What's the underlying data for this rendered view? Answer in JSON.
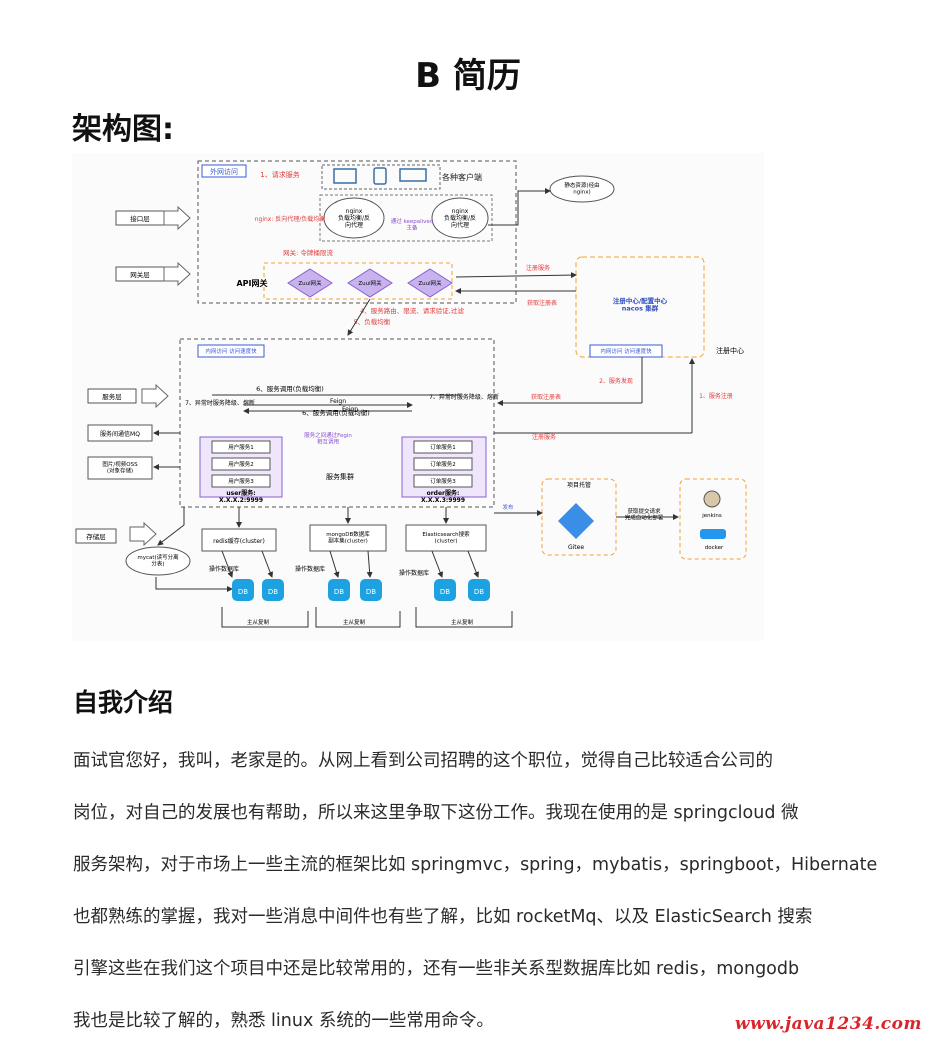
{
  "title": "B 简历",
  "arch_heading": "架构图:",
  "intro_heading": "自我介绍",
  "intro_lines": [
    "面试官您好，我叫，老家是的。从网上看到公司招聘的这个职位，觉得自己比较适合公司的",
    "岗位，对自己的发展也有帮助，所以来这里争取下这份工作。我现在使用的是 springcloud 微",
    "服务架构，对于市场上一些主流的框架比如 springmvc，spring，mybatis，springboot，Hibernate",
    "也都熟练的掌握，我对一些消息中间件也有些了解，比如 rocketMq、以及 ElasticSearch 搜索",
    "引擎这些在我们这个项目中还是比较常用的，还有一些非关系型数据库比如 redis，mongodb",
    "我也是比较了解的，熟悉 linux 系统的一些常用命令。"
  ],
  "watermark": "www.java1234.com",
  "diagram": {
    "outer_zone": "外网访问",
    "step_request": "1、请求服务",
    "clients": "各种客户端",
    "nginx_primary": "nginx\n负载均衡/反\n向代理",
    "nginx_backup": "nginx\n负载均衡/反\n向代理",
    "nginx_note": "nginx: 反向代理/负载均衡",
    "keepalived": "通过 keepalived\n主备",
    "static_resources": "静态资源(经由\nnginx)",
    "gateway_note": "网关: 令牌桶限流",
    "api_gateway": "API网关",
    "zuul": "Zuul网关",
    "interface_layer": "接口层",
    "gateway_layer": "网关层",
    "register_service": "注册服务",
    "fetch_registry": "获取注册表",
    "nacos": "注册中心/配置中心\nnacos 集群",
    "nacos_fast": "内网访问 访问速度快",
    "registry_label": "注册中心",
    "step4": "4、服务路由、限流、请求验证,过滤",
    "step5": "5、负载均衡",
    "inner_zone": "内网访问 访问速度快",
    "step6a": "6、服务调用(负载均衡)",
    "step6b": "6、服务调用(负载均衡)",
    "step7a": "7、异常时服务降级、熔断",
    "step7b": "7、异常时服务降级、熔断",
    "feign": "Feign",
    "feign_note": "服务之间通过Fegin\n相互调用",
    "service_layer": "服务层",
    "mq": "服务间通信MQ",
    "oss": "图片/视频OSS\n(对象存储)",
    "user_services": [
      "用户服务1",
      "用户服务2",
      "用户服务3"
    ],
    "user_cluster": "user服务:\nX.X.X.2:9999",
    "order_services": [
      "订单服务1",
      "订单服务2",
      "订单服务3"
    ],
    "order_cluster": "order服务:\nX.X.X.3:9999",
    "service_cluster": "服务集群",
    "step2": "2、服务发现",
    "step1": "1、服务注册",
    "fetch_registry2": "获取注册表",
    "register_service2": "注册服务",
    "storage_layer": "存储层",
    "mycat": "mycat(读写分离\n分表)",
    "redis": "redis缓存(cluster)",
    "mongo": "mongoDB数据库\n副本集(cluster)",
    "es": "Elasticsearch搜索\n(cluster)",
    "db_ops": "操作数据库",
    "db": "DB",
    "replication": "主从复制",
    "project_hosting": "项目托管",
    "gitee": "Gitee",
    "deploy_note": "获取提交请求\n完成自动化部署",
    "jenkins": "jenkins",
    "docker": "docker",
    "release": "发布"
  }
}
